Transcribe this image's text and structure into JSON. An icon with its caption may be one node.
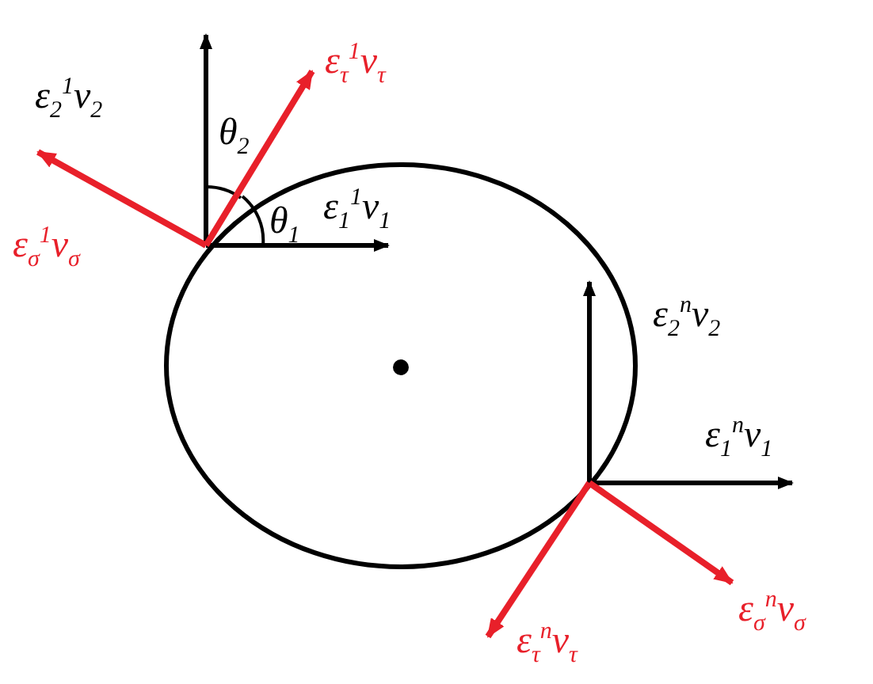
{
  "diagram": {
    "labels": [
      "ε$_{2}$$^{1}$v$_{2}$",
      "ε$_{τ}$$^{1}$v$_{τ}$",
      "θ$_{2}$",
      "ε$_{σ}$$^{1}$v$_{σ}$",
      "θ$_{1}$",
      "ε$_{1}$$^{1}$v$_{1}$",
      "ε$_{2}$$^{n}$v$_{2}$",
      "ε$_{1}$$^{n}$v$_{1}$",
      "ε$_{σ}$$^{n}$v$_{σ}$",
      "ε$_{τ}$$^{n}$v$_{τ}$"
    ]
  }
}
